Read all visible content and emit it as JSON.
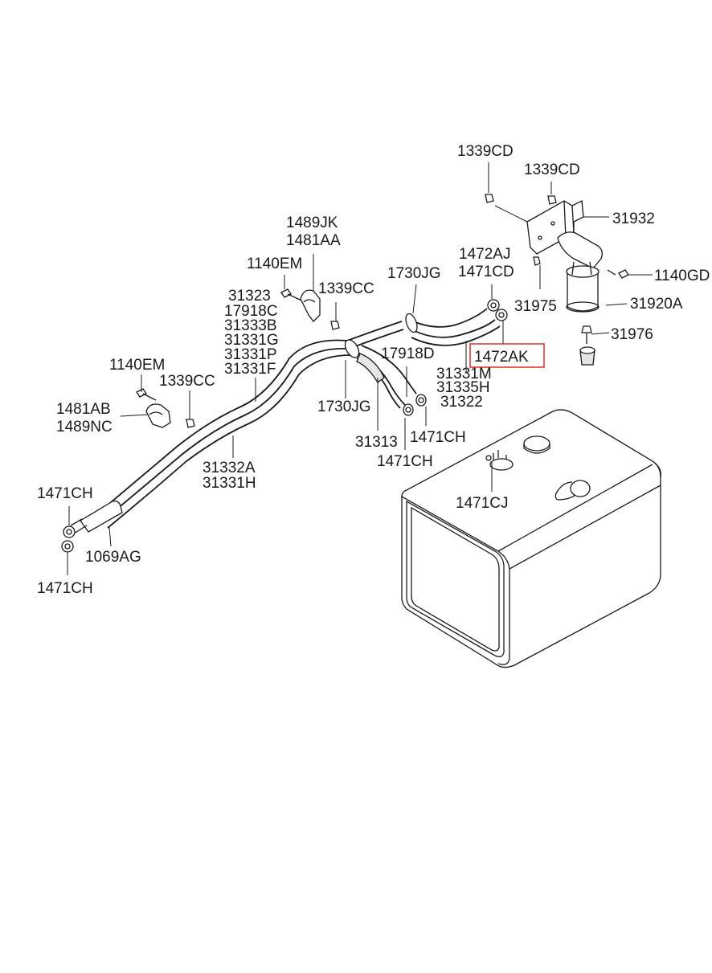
{
  "labels": {
    "p1339CD_a": "1339CD",
    "p1339CD_b": "1339CD",
    "p31932": "31932",
    "p1489JK": "1489JK",
    "p1481AA": "1481AA",
    "p1140EM_a": "1140EM",
    "p1339CC_a": "1339CC",
    "p1730JG_a": "1730JG",
    "p1472AJ": "1472AJ",
    "p1471CD": "1471CD",
    "p1140GD": "1140GD",
    "p31323": "31323",
    "p17918C": "17918C",
    "p31333B": "31333B",
    "p31331G": "31331G",
    "p31331P": "31331P",
    "p31331F": "31331F",
    "p31975": "31975",
    "p31920A": "31920A",
    "p31976": "31976",
    "p1472AK": "1472AK",
    "p17918D": "17918D",
    "p1140EM_b": "1140EM",
    "p1339CC_b": "1339CC",
    "p31331M": "31331M",
    "p31335H": "31335H",
    "p31322": "31322",
    "p1481AB": "1481AB",
    "p1489NC": "1489NC",
    "p1730JG_b": "1730JG",
    "p31313": "31313",
    "p1471CH_a": "1471CH",
    "p1471CH_b": "1471CH",
    "p31332A": "31332A",
    "p31331H": "31331H",
    "p1471CJ": "1471CJ",
    "p1471CH_c": "1471CH",
    "p1069AG": "1069AG",
    "p1471CH_d": "1471CH"
  },
  "highlight": {
    "part": "1472AK",
    "color": "#e53935"
  },
  "icons": [
    "fuel-tank",
    "fuel-filter",
    "mounting-bracket",
    "fuel-line",
    "hose-clamp",
    "bolt",
    "nut"
  ]
}
